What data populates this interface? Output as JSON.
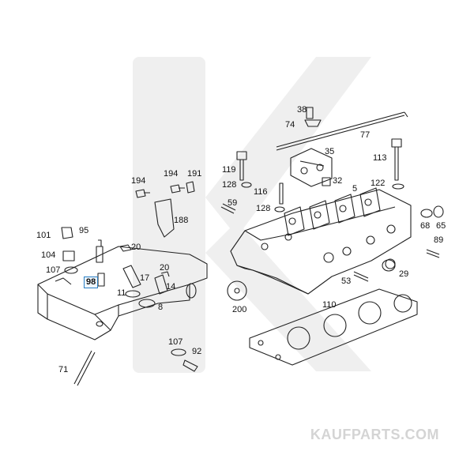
{
  "watermark": "KAUFPARTS.COM",
  "highlight_color": "#2a7fc4",
  "parts": {
    "p5": "5",
    "p8": "8",
    "p11": "11",
    "p14": "14",
    "p17": "17",
    "p20a": "20",
    "p20b": "20",
    "p29": "29",
    "p32": "32",
    "p35": "35",
    "p38": "38",
    "p53": "53",
    "p59": "59",
    "p65": "65",
    "p68": "68",
    "p71": "71",
    "p74": "74",
    "p77": "77",
    "p89": "89",
    "p92": "92",
    "p95": "95",
    "p98": "98",
    "p101": "101",
    "p104": "104",
    "p107a": "107",
    "p107b": "107",
    "p110": "110",
    "p113": "113",
    "p116": "116",
    "p119": "119",
    "p122": "122",
    "p128a": "128",
    "p128b": "128",
    "p188": "188",
    "p191": "191",
    "p194a": "194",
    "p194b": "194",
    "p200": "200"
  }
}
